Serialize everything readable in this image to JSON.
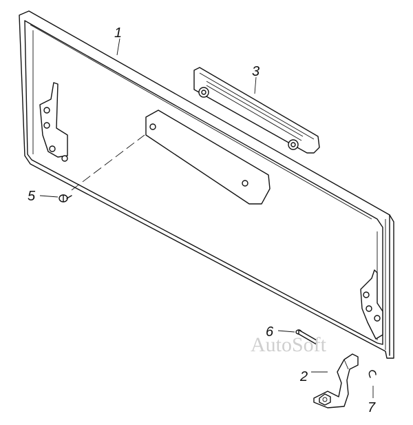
{
  "diagram": {
    "callouts": [
      {
        "id": "1",
        "label": "1"
      },
      {
        "id": "2",
        "label": "2"
      },
      {
        "id": "3",
        "label": "3"
      },
      {
        "id": "5",
        "label": "5"
      },
      {
        "id": "6",
        "label": "6"
      },
      {
        "id": "7",
        "label": "7"
      }
    ],
    "watermark": "AutoSoft"
  },
  "colors": {
    "ink": "#111111",
    "paper": "#ffffff",
    "watermark": "#cfcfcf"
  }
}
